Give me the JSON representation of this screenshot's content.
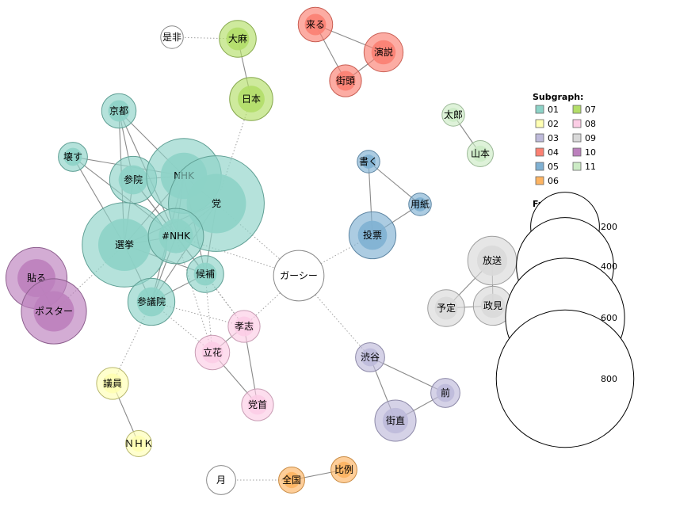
{
  "legend": {
    "subgraph_title": "Subgraph:",
    "frequency_title": "Frequency:",
    "subgraphs": [
      {
        "id": "01",
        "color": "#8dd3c7"
      },
      {
        "id": "02",
        "color": "#ffffb3"
      },
      {
        "id": "03",
        "color": "#bebada"
      },
      {
        "id": "04",
        "color": "#fb8072"
      },
      {
        "id": "05",
        "color": "#80b1d3"
      },
      {
        "id": "06",
        "color": "#fdb462"
      },
      {
        "id": "07",
        "color": "#b3de69"
      },
      {
        "id": "08",
        "color": "#fccde5"
      },
      {
        "id": "09",
        "color": "#d9d9d9"
      },
      {
        "id": "10",
        "color": "#bc80bd"
      },
      {
        "id": "11",
        "color": "#ccebc5"
      }
    ],
    "frequencies": [
      {
        "label": "200",
        "value": 200
      },
      {
        "label": "400",
        "value": 400
      },
      {
        "label": "600",
        "value": 600
      },
      {
        "label": "800",
        "value": 800
      }
    ]
  },
  "nodes": [
    {
      "id": "zehi",
      "label": "是非",
      "group": null,
      "freq": 30
    },
    {
      "id": "taima",
      "label": "大麻",
      "group": "07",
      "freq": 80
    },
    {
      "id": "nihon",
      "label": "日本",
      "group": "07",
      "freq": 110
    },
    {
      "id": "kuru",
      "label": "来る",
      "group": "04",
      "freq": 70
    },
    {
      "id": "enzetsu",
      "label": "演説",
      "group": "04",
      "freq": 90
    },
    {
      "id": "gaitou",
      "label": "街頭",
      "group": "04",
      "freq": 60
    },
    {
      "id": "kyoto",
      "label": "京都",
      "group": "01",
      "freq": 70
    },
    {
      "id": "kowasu",
      "label": "壊す",
      "group": "01",
      "freq": 50
    },
    {
      "id": "sanin",
      "label": "参院",
      "group": "01",
      "freq": 130
    },
    {
      "id": "nhk",
      "label": "NHK",
      "group": "01",
      "freq": 330
    },
    {
      "id": "tou",
      "label": "党",
      "group": "01",
      "freq": 540
    },
    {
      "id": "senkyo",
      "label": "選挙",
      "group": "01",
      "freq": 420
    },
    {
      "id": "hnhk",
      "label": "#NHK",
      "group": "01",
      "freq": 180
    },
    {
      "id": "kouho",
      "label": "候補",
      "group": "01",
      "freq": 80
    },
    {
      "id": "sangiin",
      "label": "参議院",
      "group": "01",
      "freq": 130
    },
    {
      "id": "haru",
      "label": "貼る",
      "group": "10",
      "freq": 220
    },
    {
      "id": "poster",
      "label": "ポスター",
      "group": "10",
      "freq": 250
    },
    {
      "id": "gaasii",
      "label": "ガーシー",
      "group": null,
      "freq": 150
    },
    {
      "id": "taro",
      "label": "太郎",
      "group": "11",
      "freq": 30
    },
    {
      "id": "yamamoto",
      "label": "山本",
      "group": "11",
      "freq": 40
    },
    {
      "id": "kaku",
      "label": "書く",
      "group": "05",
      "freq": 30
    },
    {
      "id": "youshi",
      "label": "用紙",
      "group": "05",
      "freq": 30
    },
    {
      "id": "touhyou",
      "label": "投票",
      "group": "05",
      "freq": 130
    },
    {
      "id": "housou",
      "label": "放送",
      "group": "09",
      "freq": 140
    },
    {
      "id": "yotei",
      "label": "予定",
      "group": "09",
      "freq": 80
    },
    {
      "id": "seiken",
      "label": "政見",
      "group": "09",
      "freq": 90
    },
    {
      "id": "takashi",
      "label": "孝志",
      "group": "08",
      "freq": 60
    },
    {
      "id": "tachibana",
      "label": "立花",
      "group": "08",
      "freq": 70
    },
    {
      "id": "toushu",
      "label": "党首",
      "group": "08",
      "freq": 60
    },
    {
      "id": "shibuya",
      "label": "渋谷",
      "group": "03",
      "freq": 50
    },
    {
      "id": "mae",
      "label": "前",
      "group": "03",
      "freq": 50
    },
    {
      "id": "gaichoku",
      "label": "街直",
      "group": "03",
      "freq": 100
    },
    {
      "id": "giin",
      "label": "議員",
      "group": "02",
      "freq": 60
    },
    {
      "id": "nhk_fw",
      "label": "ＮＨＫ",
      "group": "02",
      "freq": 40
    },
    {
      "id": "tsuki",
      "label": "月",
      "group": null,
      "freq": 50
    },
    {
      "id": "zenkoku",
      "label": "全国",
      "group": "06",
      "freq": 40
    },
    {
      "id": "hirei",
      "label": "比例",
      "group": "06",
      "freq": 40
    }
  ],
  "edges": [
    {
      "s": "zehi",
      "t": "taima",
      "style": "dotted"
    },
    {
      "s": "taima",
      "t": "nihon",
      "style": "solid"
    },
    {
      "s": "nihon",
      "t": "tou",
      "style": "dotted"
    },
    {
      "s": "kuru",
      "t": "enzetsu",
      "style": "solid"
    },
    {
      "s": "kuru",
      "t": "gaitou",
      "style": "solid"
    },
    {
      "s": "enzetsu",
      "t": "gaitou",
      "style": "solid"
    },
    {
      "s": "kyoto",
      "t": "sanin",
      "style": "solid"
    },
    {
      "s": "kyoto",
      "t": "nhk",
      "style": "solid"
    },
    {
      "s": "kyoto",
      "t": "hnhk",
      "style": "solid"
    },
    {
      "s": "kyoto",
      "t": "senkyo",
      "style": "solid"
    },
    {
      "s": "kowasu",
      "t": "nhk",
      "style": "solid"
    },
    {
      "s": "kowasu",
      "t": "hnhk",
      "style": "solid"
    },
    {
      "s": "kowasu",
      "t": "senkyo",
      "style": "solid"
    },
    {
      "s": "sanin",
      "t": "nhk",
      "style": "solid"
    },
    {
      "s": "sanin",
      "t": "hnhk",
      "style": "solid"
    },
    {
      "s": "sanin",
      "t": "senkyo",
      "style": "solid"
    },
    {
      "s": "sanin",
      "t": "kouho",
      "style": "solid"
    },
    {
      "s": "nhk",
      "t": "tou",
      "style": "solid"
    },
    {
      "s": "nhk",
      "t": "hnhk",
      "style": "solid"
    },
    {
      "s": "nhk",
      "t": "senkyo",
      "style": "solid"
    },
    {
      "s": "nhk",
      "t": "kouho",
      "style": "solid"
    },
    {
      "s": "nhk",
      "t": "sangiin",
      "style": "solid"
    },
    {
      "s": "tou",
      "t": "hnhk",
      "style": "solid"
    },
    {
      "s": "tou",
      "t": "senkyo",
      "style": "solid"
    },
    {
      "s": "tou",
      "t": "kouho",
      "style": "solid"
    },
    {
      "s": "tou",
      "t": "sangiin",
      "style": "solid"
    },
    {
      "s": "tou",
      "t": "gaasii",
      "style": "dotted"
    },
    {
      "s": "senkyo",
      "t": "hnhk",
      "style": "solid"
    },
    {
      "s": "senkyo",
      "t": "kouho",
      "style": "solid"
    },
    {
      "s": "senkyo",
      "t": "sangiin",
      "style": "solid"
    },
    {
      "s": "senkyo",
      "t": "poster",
      "style": "dotted"
    },
    {
      "s": "hnhk",
      "t": "kouho",
      "style": "solid"
    },
    {
      "s": "hnhk",
      "t": "sangiin",
      "style": "solid"
    },
    {
      "s": "hnhk",
      "t": "gaasii",
      "style": "dotted"
    },
    {
      "s": "hnhk",
      "t": "tachibana",
      "style": "dotted"
    },
    {
      "s": "hnhk",
      "t": "takashi",
      "style": "dotted"
    },
    {
      "s": "kouho",
      "t": "sangiin",
      "style": "solid"
    },
    {
      "s": "kouho",
      "t": "tachibana",
      "style": "dotted"
    },
    {
      "s": "kouho",
      "t": "takashi",
      "style": "dotted"
    },
    {
      "s": "sangiin",
      "t": "tachibana",
      "style": "dotted"
    },
    {
      "s": "sangiin",
      "t": "takashi",
      "style": "dotted"
    },
    {
      "s": "sangiin",
      "t": "giin",
      "style": "dotted"
    },
    {
      "s": "haru",
      "t": "poster",
      "style": "solid"
    },
    {
      "s": "gaasii",
      "t": "touhyou",
      "style": "dotted"
    },
    {
      "s": "gaasii",
      "t": "takashi",
      "style": "dotted"
    },
    {
      "s": "gaasii",
      "t": "shibuya",
      "style": "dotted"
    },
    {
      "s": "taro",
      "t": "yamamoto",
      "style": "solid"
    },
    {
      "s": "kaku",
      "t": "youshi",
      "style": "solid"
    },
    {
      "s": "kaku",
      "t": "touhyou",
      "style": "solid"
    },
    {
      "s": "youshi",
      "t": "touhyou",
      "style": "solid"
    },
    {
      "s": "housou",
      "t": "yotei",
      "style": "solid"
    },
    {
      "s": "housou",
      "t": "seiken",
      "style": "solid"
    },
    {
      "s": "yotei",
      "t": "seiken",
      "style": "solid"
    },
    {
      "s": "takashi",
      "t": "tachibana",
      "style": "solid"
    },
    {
      "s": "takashi",
      "t": "toushu",
      "style": "solid"
    },
    {
      "s": "tachibana",
      "t": "toushu",
      "style": "solid"
    },
    {
      "s": "shibuya",
      "t": "mae",
      "style": "solid"
    },
    {
      "s": "shibuya",
      "t": "gaichoku",
      "style": "solid"
    },
    {
      "s": "mae",
      "t": "gaichoku",
      "style": "solid"
    },
    {
      "s": "giin",
      "t": "nhk_fw",
      "style": "solid"
    },
    {
      "s": "tsuki",
      "t": "zenkoku",
      "style": "dotted"
    },
    {
      "s": "zenkoku",
      "t": "hirei",
      "style": "solid"
    }
  ]
}
